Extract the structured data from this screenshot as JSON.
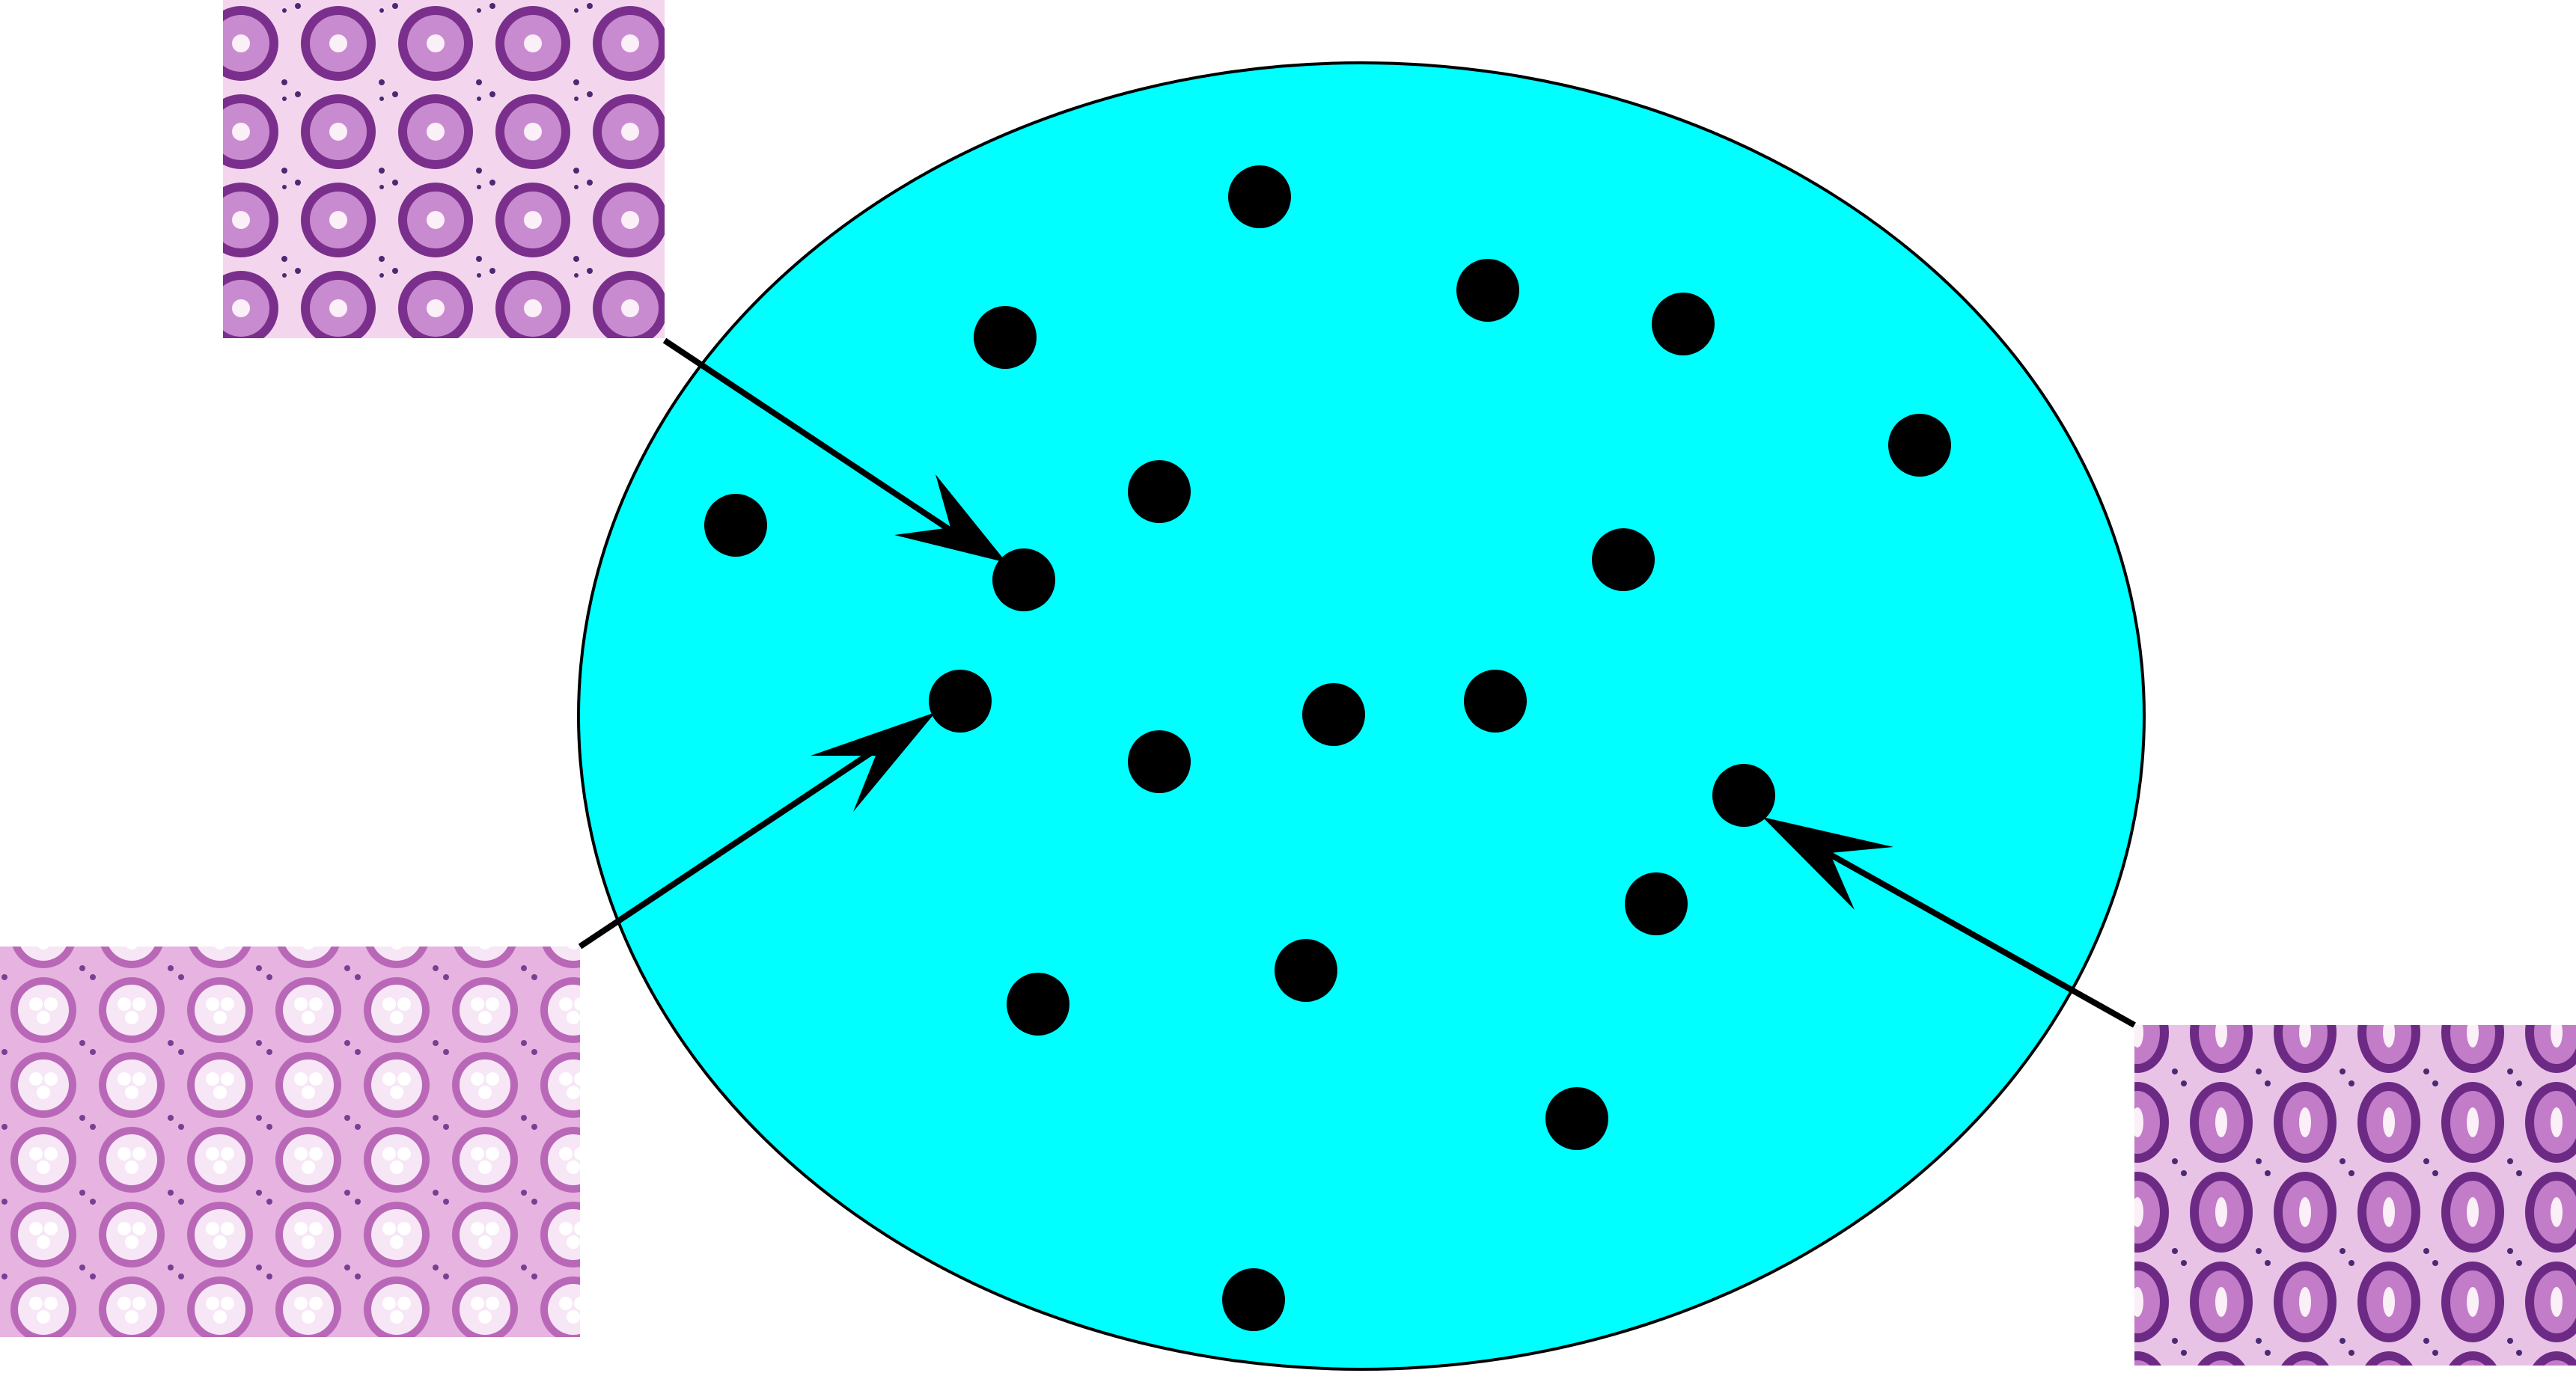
{
  "diagram": {
    "title": "",
    "labels": []
  },
  "colors": {
    "background": "#ffffff",
    "ellipse_fill": "#00ffff",
    "ellipse_stroke": "#000000",
    "dot": "#000000",
    "arrow": "#000000",
    "tissue_background": "#f4dcef",
    "crypt_outer": "#7b2f8c",
    "crypt_inner": "#c27cc8",
    "crypt_lumen": "#fbeff8",
    "stroma_dot": "#4b2a73"
  },
  "tissue_images": [
    {
      "name": "histology-image-top-left",
      "style": "round crypts, dense"
    },
    {
      "name": "histology-image-bottom-left",
      "style": "pale goblet-cell crypts"
    },
    {
      "name": "histology-image-bottom-right",
      "style": "elongated crypts"
    }
  ],
  "arrows": [
    {
      "name": "arrow-top-left",
      "from": "histology-image-top-left"
    },
    {
      "name": "arrow-bottom-left",
      "from": "histology-image-bottom-left"
    },
    {
      "name": "arrow-bottom-right",
      "from": "histology-image-bottom-right"
    }
  ]
}
